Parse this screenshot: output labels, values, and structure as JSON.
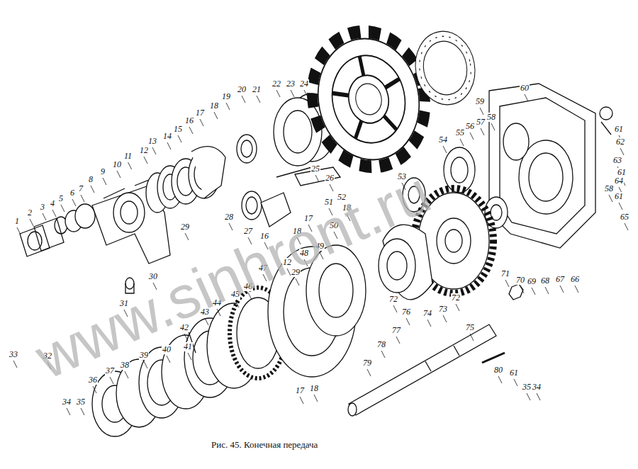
{
  "diagram": {
    "caption": "Рис. 45. Конечная передача",
    "labels": [
      "1",
      "2",
      "3",
      "4",
      "5",
      "6",
      "7",
      "8",
      "9",
      "10",
      "11",
      "12",
      "13",
      "14",
      "15",
      "16",
      "17",
      "18",
      "19",
      "20",
      "21",
      "22",
      "23",
      "24",
      "59",
      "60",
      "61",
      "62",
      "63",
      "61",
      "64",
      "58",
      "61",
      "65",
      "53",
      "54",
      "55",
      "56",
      "57",
      "58",
      "25",
      "26",
      "16",
      "17",
      "18",
      "51",
      "52",
      "18",
      "50",
      "48",
      "49",
      "47",
      "12",
      "29",
      "28",
      "27",
      "29",
      "30",
      "31",
      "46",
      "45",
      "44",
      "43",
      "42",
      "41",
      "40",
      "39",
      "38",
      "37",
      "36",
      "35",
      "34",
      "32",
      "33",
      "17",
      "18",
      "76",
      "72",
      "77",
      "78",
      "79",
      "74",
      "73",
      "72",
      "75",
      "71",
      "70",
      "69",
      "68",
      "67",
      "66",
      "80",
      "61",
      "35",
      "34",
      "www.sinhront.ru"
    ]
  }
}
